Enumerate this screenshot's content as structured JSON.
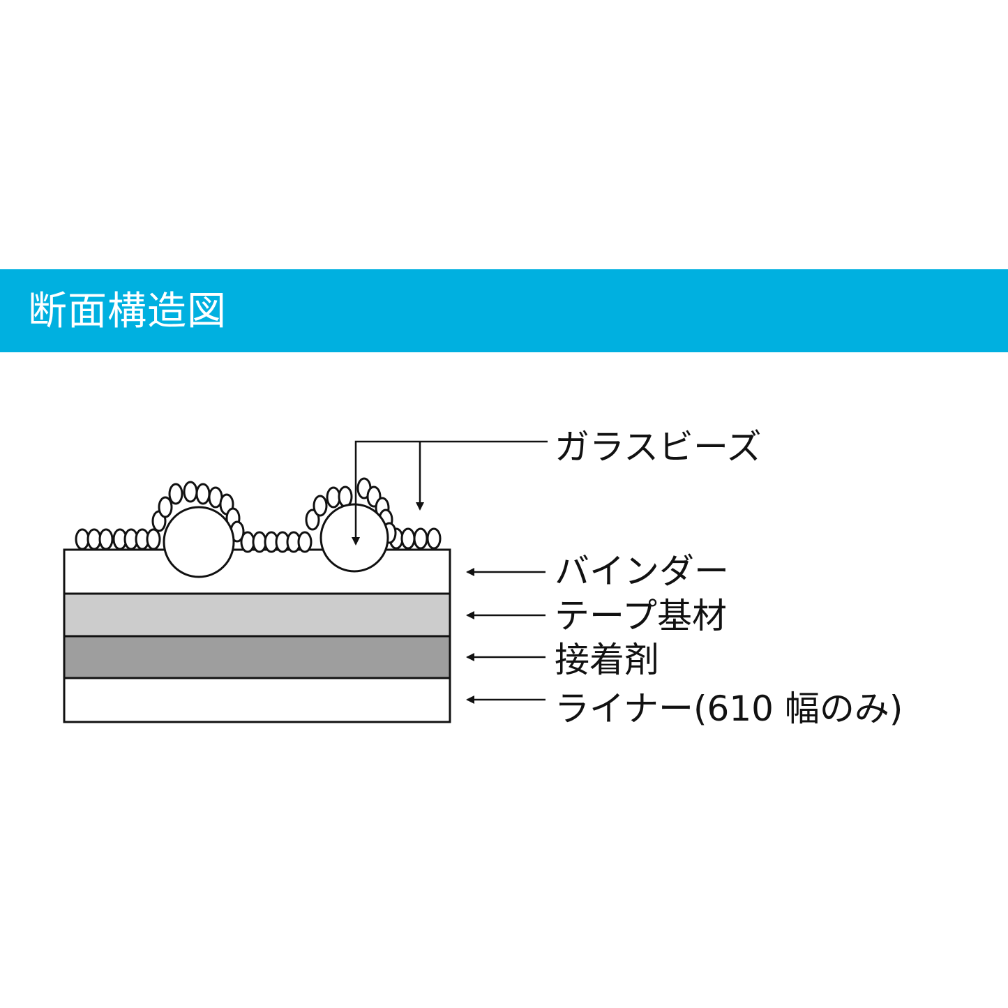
{
  "header": {
    "title": "断面構造図",
    "background_color": "#00b0e0",
    "text_color": "#ffffff"
  },
  "diagram": {
    "labels": {
      "glass_beads": "ガラスビーズ",
      "binder": "バインダー",
      "tape_base": "テープ基材",
      "adhesive": "接着剤",
      "liner": "ライナー(610 幅のみ)"
    },
    "layer_colors": {
      "binder": "#ffffff",
      "tape_base": "#cccccc",
      "adhesive": "#9e9e9e",
      "liner": "#ffffff"
    }
  }
}
